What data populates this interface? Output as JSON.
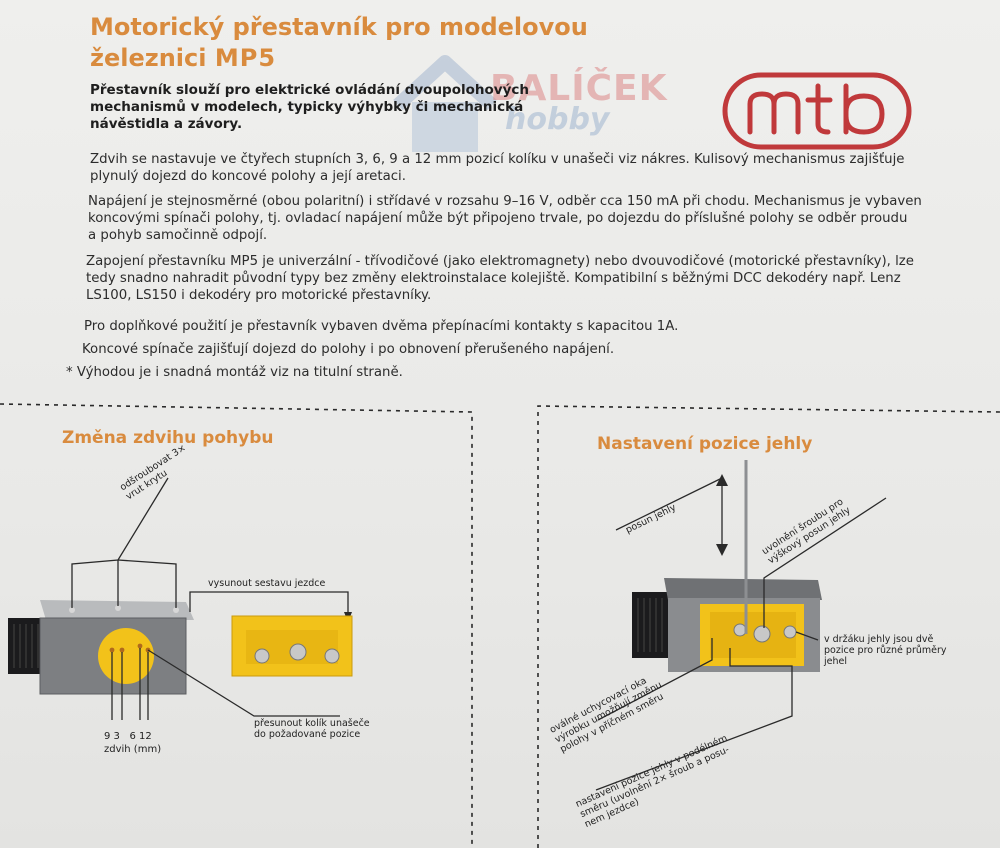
{
  "title": {
    "line1": "Motorický přestavník pro modelovou",
    "line2_prefix": "železnici ",
    "line2_model": "MP5"
  },
  "watermark": {
    "word1": "BALÍČEK",
    "word2": "hobby",
    "icon": "house-icon"
  },
  "logo": {
    "text": "mtb",
    "color": "#c0393b"
  },
  "intro": "Přestavník slouží pro elektrické ovládání dvoupolohových mechanismů v modelech, typicky výhybky či mechanická návěstidla a závory.",
  "paragraphs": [
    {
      "lines": [
        "Zdvih se nastavuje ve čtyřech  stupních 3, 6, 9 a 12 mm pozicí kolíku v unašeči viz nákres. Kulisový mechanismus zajišťuje",
        "plynulý dojezd do koncové polohy a její aretaci."
      ]
    },
    {
      "lines": [
        "Napájení je stejnosměrné (obou polaritní) i střídavé v rozsahu 9–16 V, odběr cca 150 mA při chodu. Mechanismus je vybaven",
        "koncovými spínači polohy, tj. ovladací napájení může být připojeno trvale, po dojezdu do příslušné polohy se odběr proudu",
        "a pohyb samočinně odpojí."
      ]
    },
    {
      "lines": [
        "Zapojení přestavníku MP5 je univerzální - třívodičové (jako elektromagnety) nebo dvouvodičové (motorické přestavníky), lze",
        "tedy snadno nahradit původní typy bez změny elektroinstalace kolejiště. Kompatibilní s běžnými DCC dekodéry např. Lenz",
        "LS100, LS150 i dekodéry pro motorické přestavníky."
      ]
    },
    {
      "lines": [
        "Pro doplňkové použití je přestavník vybaven dvěma přepínacími kontakty s kapacitou 1A."
      ]
    },
    {
      "lines": [
        "Koncové spínače zajišťují dojezd do polohy i po obnovení přerušeného napájení."
      ]
    },
    {
      "lines": [
        "* Výhodou je i snadná montáž viz na titulní straně."
      ]
    }
  ],
  "left_box": {
    "title": "Změna zdvihu pohybu",
    "callout_screws": [
      "odšroubovat 3×",
      "vrut krytu"
    ],
    "callout_slide": "vysunout sestavu jezdce",
    "callout_pin": [
      "přesunout kolík unašeče",
      "do požadované pozice"
    ],
    "stroke_values": "9 3   6 12",
    "stroke_label": "zdvih (mm)"
  },
  "right_box": {
    "title": "Nastavení pozice jehly",
    "callout_shift": "posun jehly",
    "callout_screw": [
      "uvolnění šroubu pro",
      "výškový posun jehly"
    ],
    "callout_holder": [
      "v držáku jehly jsou dvě",
      "pozice pro různé průměry",
      "jehel"
    ],
    "callout_holes": [
      "oválné uchycovací oka",
      "výrobku umožňují změnu",
      "polohy v příčném směru"
    ],
    "callout_length": [
      "nastavení pozice jehly v podélném",
      "směru (uvolnění 2× šroub a posu-",
      "nem jezdce)"
    ]
  },
  "colors": {
    "accent": "#d98b3e",
    "yellow": "#f2c21a",
    "gray_body": "#7d7f82",
    "black_part": "#1b1b1d"
  }
}
